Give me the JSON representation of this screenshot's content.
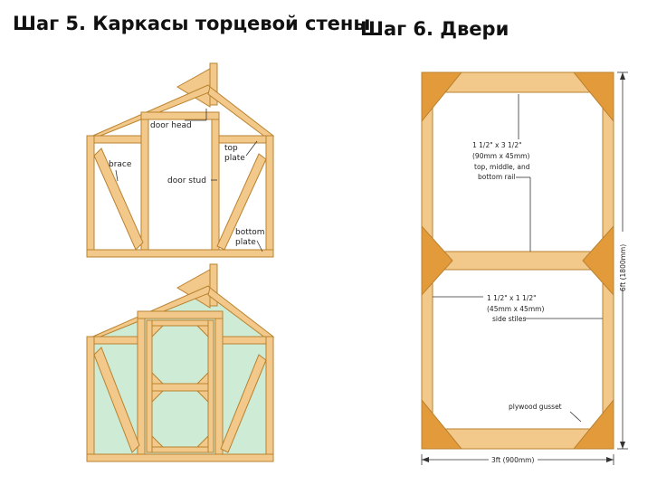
{
  "headings": {
    "step5": "Шаг 5. Каркасы торцевой стены",
    "step6": "Шаг 6. Двери"
  },
  "end_wall_labels": {
    "door_head": "door head",
    "brace": "brace",
    "door_stud": "door stud",
    "top_plate_1": "top",
    "top_plate_2": "plate",
    "bottom_plate_1": "bottom",
    "bottom_plate_2": "plate"
  },
  "door_labels": {
    "rail_1": "1 1/2\" x 3 1/2\"",
    "rail_2": "(90mm x 45mm)",
    "rail_3": "top, middle, and",
    "rail_4": "bottom rail",
    "stile_1": "1 1/2\" x 1 1/2\"",
    "stile_2": "(45mm x 45mm)",
    "stile_3": "side stiles",
    "gusset": "plywood gusset",
    "height": "6ft (1800mm)",
    "width": "3ft (900mm)"
  },
  "colors": {
    "wood": "#F2C98A",
    "wood_edge": "#B9822F",
    "gusset": "#E39A3A",
    "glass": "#CDEBD5",
    "line": "#333333"
  }
}
